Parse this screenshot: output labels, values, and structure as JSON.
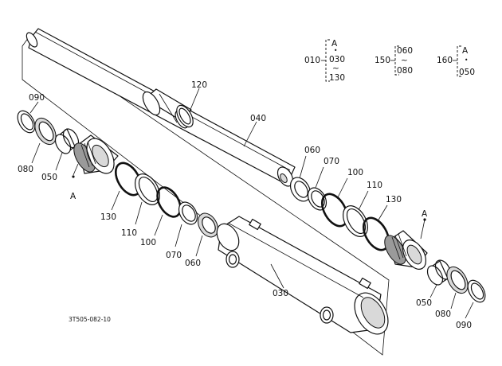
{
  "labels": {
    "p120": "120",
    "p040": "040",
    "p090a": "090",
    "p080a": "080",
    "p050a": "050",
    "pAa": "A",
    "p130a": "130",
    "p110a": "110",
    "p100a": "100",
    "p070a": "070",
    "p060a": "060",
    "p060b": "060",
    "p070b": "070",
    "p100b": "100",
    "p110b": "110",
    "p130b": "130",
    "pAb": "A",
    "p050b": "050",
    "p080b": "080",
    "p090b": "090",
    "p030": "030"
  },
  "legend": {
    "g010": {
      "code": "010",
      "top": "A",
      "mid": "030",
      "tilde": "~",
      "bottom": "130"
    },
    "g150": {
      "code": "150",
      "top": "060",
      "tilde": "~",
      "bottom": "080"
    },
    "g160": {
      "code": "160",
      "top": "A",
      "bottom": "050"
    }
  },
  "footer": {
    "drawing_id": "3T505-082-10"
  }
}
